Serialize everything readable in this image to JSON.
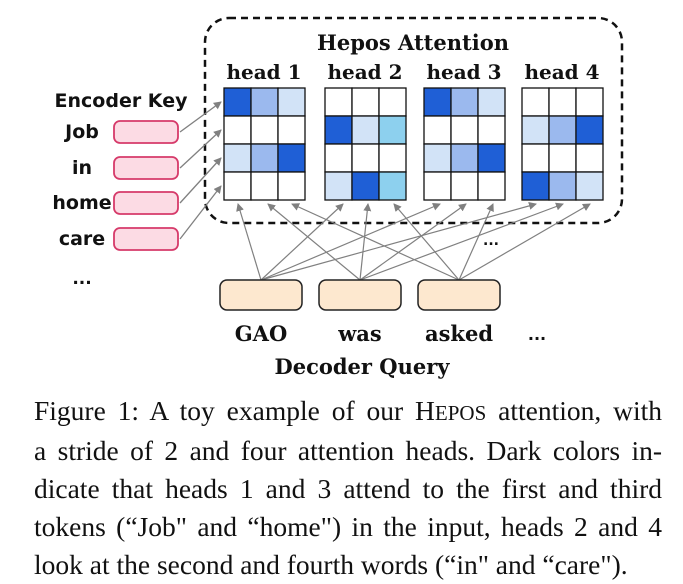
{
  "diagram": {
    "title": "Hepos Attention",
    "heads": [
      "head 1",
      "head 2",
      "head 3",
      "head 4"
    ],
    "encoder_label": "Encoder Key",
    "encoder_tokens": [
      "Job",
      "in",
      "home",
      "care"
    ],
    "encoder_ellipsis": "...",
    "decoder_tokens": [
      "GAO",
      "was",
      "asked"
    ],
    "decoder_ellipsis": "...",
    "heads_ellipsis": "...",
    "decoder_label": "Decoder Query",
    "colors": {
      "dark": "#1f5fd6",
      "mid": "#9bb9ee",
      "light": "#d2e3f7",
      "cyan": "#8dd0ee",
      "encoder_fill": "#fcdbe4",
      "encoder_stroke": "#d63a6a",
      "decoder_fill": "#fde8cf",
      "decoder_stroke": "#222222",
      "arrow": "#808080"
    },
    "grids": [
      [
        [
          "dark",
          "mid",
          "light"
        ],
        [
          "white",
          "white",
          "white"
        ],
        [
          "light",
          "mid",
          "dark"
        ],
        [
          "white",
          "white",
          "white"
        ]
      ],
      [
        [
          "white",
          "white",
          "white"
        ],
        [
          "dark",
          "light",
          "cyan"
        ],
        [
          "white",
          "white",
          "white"
        ],
        [
          "light",
          "dark",
          "cyan"
        ]
      ],
      [
        [
          "dark",
          "mid",
          "light"
        ],
        [
          "white",
          "white",
          "white"
        ],
        [
          "light",
          "mid",
          "dark"
        ],
        [
          "white",
          "white",
          "white"
        ]
      ],
      [
        [
          "white",
          "white",
          "white"
        ],
        [
          "light",
          "mid",
          "dark"
        ],
        [
          "white",
          "white",
          "white"
        ],
        [
          "dark",
          "mid",
          "light"
        ]
      ]
    ]
  },
  "caption": {
    "lines": [
      "Figure 1: A toy example of our H",
      "a stride of 2 and four attention heads. Dark colors in-",
      "dicate that heads 1 and 3 attend to the first and third",
      "tokens (“Job\" and “home\") in the input, heads 2 and 4",
      "look at the second and fourth words (“in\" and “care\")."
    ],
    "smallcaps_part": "EPOS",
    "line1_tail": " attention, with"
  }
}
